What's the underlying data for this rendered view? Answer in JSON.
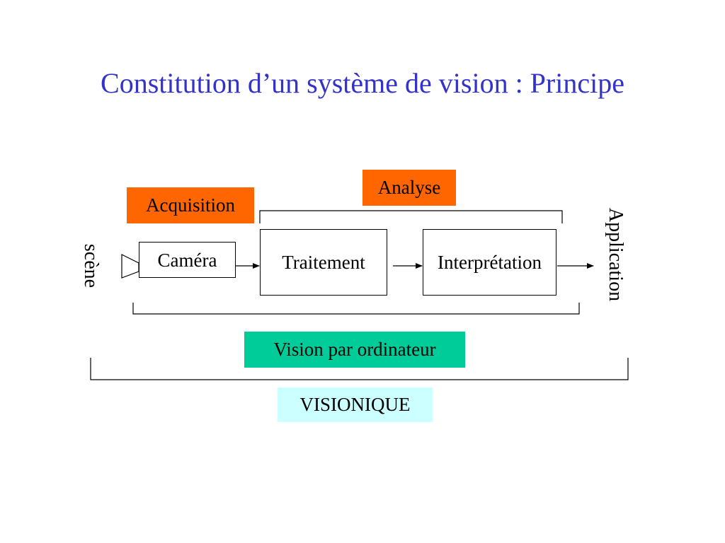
{
  "slide": {
    "title": "Constitution d’un système de vision : Principe",
    "title_color": "#3333cc"
  },
  "labels": {
    "acquisition": "Acquisition",
    "analyse": "Analyse",
    "vision_par_ordinateur": "Vision par ordinateur",
    "visionique": "VISIONIQUE",
    "scene": "scène",
    "application": "Application"
  },
  "boxes": {
    "camera": "Caméra",
    "traitement": "Traitement",
    "interpretation": "Interprétation"
  },
  "colors": {
    "orange": "#ff6600",
    "green": "#00cc99",
    "light_cyan": "#ccffff",
    "title_blue": "#3333cc"
  }
}
